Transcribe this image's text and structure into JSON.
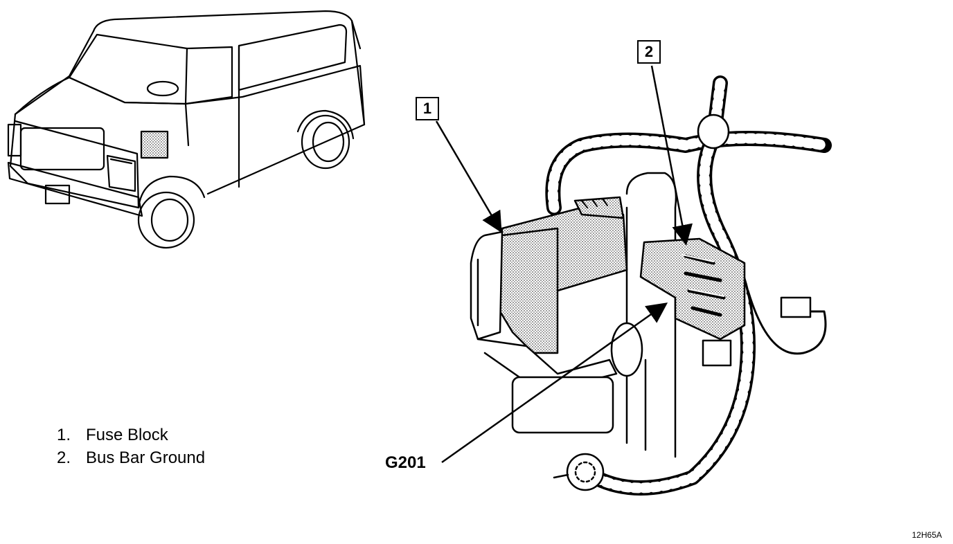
{
  "legend": [
    {
      "num": "1.",
      "label": "Fuse Block"
    },
    {
      "num": "2.",
      "label": "Bus Bar Ground"
    }
  ],
  "callouts": {
    "one": "1",
    "two": "2"
  },
  "ground_label": "G201",
  "figure_code": "12H65A"
}
